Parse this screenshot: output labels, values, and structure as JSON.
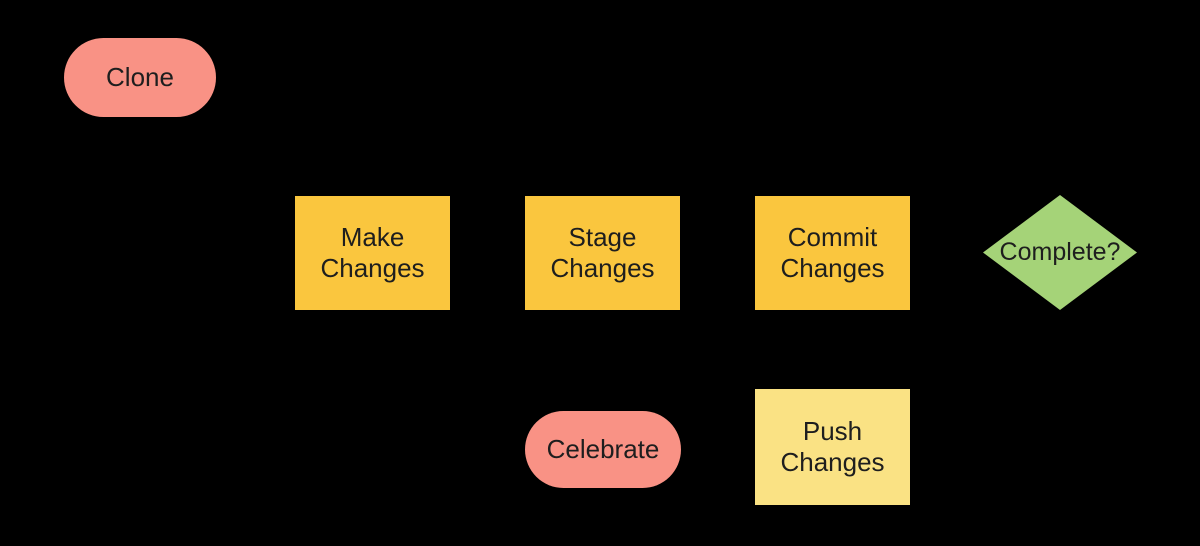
{
  "canvas": {
    "background": "#000000",
    "text_color": "#1E1E1E"
  },
  "palette": {
    "salmon": "#F99285",
    "yellow": "#FAC63E",
    "light_yellow": "#FAE284",
    "green": "#A5D378"
  },
  "nodes": {
    "clone": {
      "label": "Clone",
      "shape": "terminator",
      "fill": "#F99285"
    },
    "make_changes": {
      "label": "Make\nChanges",
      "shape": "process",
      "fill": "#FAC63E"
    },
    "stage_changes": {
      "label": "Stage\nChanges",
      "shape": "process",
      "fill": "#FAC63E"
    },
    "commit_changes": {
      "label": "Commit\nChanges",
      "shape": "process",
      "fill": "#FAC63E"
    },
    "complete": {
      "label": "Complete?",
      "shape": "decision",
      "fill": "#A5D378"
    },
    "push_changes": {
      "label": "Push\nChanges",
      "shape": "process",
      "fill": "#FAE284"
    },
    "celebrate": {
      "label": "Celebrate",
      "shape": "terminator",
      "fill": "#F99285"
    }
  }
}
